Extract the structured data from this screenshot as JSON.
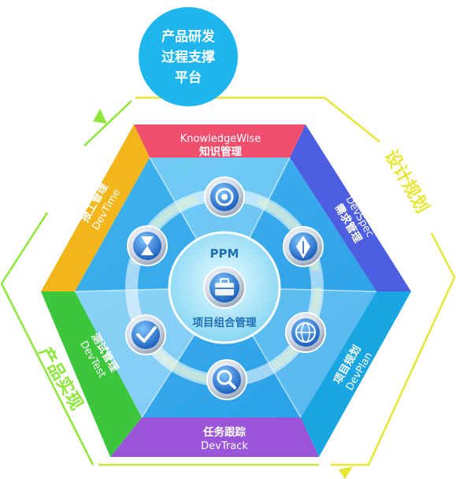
{
  "platform": {
    "line1": "产品研发",
    "line2": "过程支撑",
    "line3": "平台"
  },
  "center": {
    "top_label": "PPM",
    "bottom_label": "项目组合管理"
  },
  "segments": {
    "top": {
      "en": "KnowledgeWise",
      "cn": "知识管理"
    },
    "upper_right": {
      "en": "DevSpec",
      "cn": "需求管理"
    },
    "lower_right": {
      "en": "DevPlan",
      "cn": "项目规划"
    },
    "bottom": {
      "en": "DevTrack",
      "cn": "任务跟踪"
    },
    "lower_left": {
      "en": "DevTest",
      "cn": "测试管理"
    },
    "upper_left": {
      "en": "DevTime",
      "cn": "报工管理"
    }
  },
  "side_labels": {
    "right": "设计规划",
    "left": "产品实现"
  },
  "icons": [
    "knowledge-icon",
    "pen-icon",
    "globe-icon",
    "search-icon",
    "check-icon",
    "hourglass-icon",
    "toolbox-icon"
  ],
  "colors": {
    "top": "#f0506e",
    "upper_right": "#4d5ee0",
    "lower_right": "#1aa6e0",
    "bottom": "#9a55d8",
    "lower_left": "#3cc63c",
    "upper_left": "#f2b51a",
    "accent_cyan": "#1fb6ee",
    "accent_yellow": "#e6e635",
    "accent_green": "#8de63a"
  }
}
